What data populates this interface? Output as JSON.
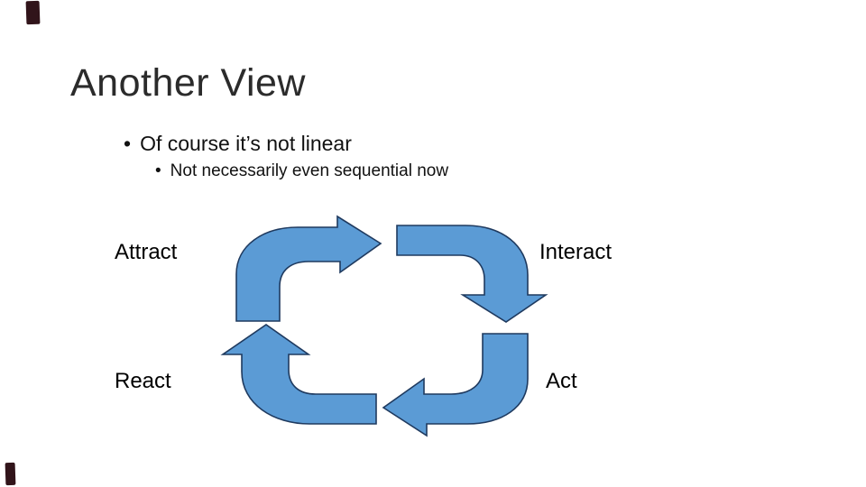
{
  "slide": {
    "title": "Another View",
    "bullet_char": "•",
    "bullets": [
      {
        "level": 1,
        "text": "Of course it’s not linear"
      },
      {
        "level": 2,
        "text": "Not necessarily even sequential now"
      }
    ],
    "cycle": {
      "type": "cycle-diagram",
      "direction": "clockwise",
      "labels": [
        {
          "id": "attract",
          "text": "Attract",
          "position": "top-left"
        },
        {
          "id": "interact",
          "text": "Interact",
          "position": "top-right"
        },
        {
          "id": "act",
          "text": "Act",
          "position": "bottom-right"
        },
        {
          "id": "react",
          "text": "React",
          "position": "bottom-left"
        }
      ],
      "arrow_fill": "#5B9BD5",
      "arrow_outline": "#1F3A5F"
    },
    "corner_mark_color": "#31141a"
  }
}
